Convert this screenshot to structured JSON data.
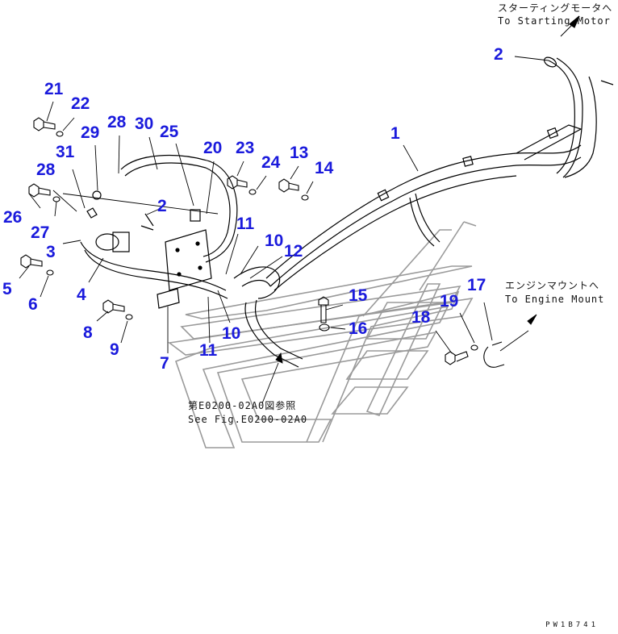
{
  "diagram": {
    "type": "exploded-parts-diagram",
    "drawing_number": "PW1B741",
    "callout_color": "#1a1adc",
    "line_color": "#000000",
    "background_shape_color": "#9a9a9a"
  },
  "annotations": {
    "starting_motor_jp": "スターティングモータへ",
    "starting_motor_en": "To Starting Motor",
    "engine_mount_jp": "エンジンマウントへ",
    "engine_mount_en": "To Engine Mount",
    "see_fig_jp": "第E0200-02A0図参照",
    "see_fig_en": "See Fig.E0200-02A0"
  },
  "callouts": [
    {
      "id": "c2-top",
      "label": "2"
    },
    {
      "id": "c1",
      "label": "1"
    },
    {
      "id": "c21",
      "label": "21"
    },
    {
      "id": "c22",
      "label": "22"
    },
    {
      "id": "c28a",
      "label": "28"
    },
    {
      "id": "c30",
      "label": "30"
    },
    {
      "id": "c29",
      "label": "29"
    },
    {
      "id": "c25",
      "label": "25"
    },
    {
      "id": "c20",
      "label": "20"
    },
    {
      "id": "c23",
      "label": "23"
    },
    {
      "id": "c13",
      "label": "13"
    },
    {
      "id": "c31",
      "label": "31"
    },
    {
      "id": "c24",
      "label": "24"
    },
    {
      "id": "c14",
      "label": "14"
    },
    {
      "id": "c28b",
      "label": "28"
    },
    {
      "id": "c2-mid",
      "label": "2"
    },
    {
      "id": "c26",
      "label": "26"
    },
    {
      "id": "c11a",
      "label": "11"
    },
    {
      "id": "c27",
      "label": "27"
    },
    {
      "id": "c10a",
      "label": "10"
    },
    {
      "id": "c3",
      "label": "3"
    },
    {
      "id": "c12",
      "label": "12"
    },
    {
      "id": "c5",
      "label": "5"
    },
    {
      "id": "c4",
      "label": "4"
    },
    {
      "id": "c6",
      "label": "6"
    },
    {
      "id": "c17",
      "label": "17"
    },
    {
      "id": "c15",
      "label": "15"
    },
    {
      "id": "c19",
      "label": "19"
    },
    {
      "id": "c18",
      "label": "18"
    },
    {
      "id": "c8",
      "label": "8"
    },
    {
      "id": "c16",
      "label": "16"
    },
    {
      "id": "c10b",
      "label": "10"
    },
    {
      "id": "c9",
      "label": "9"
    },
    {
      "id": "c11b",
      "label": "11"
    },
    {
      "id": "c7",
      "label": "7"
    }
  ]
}
